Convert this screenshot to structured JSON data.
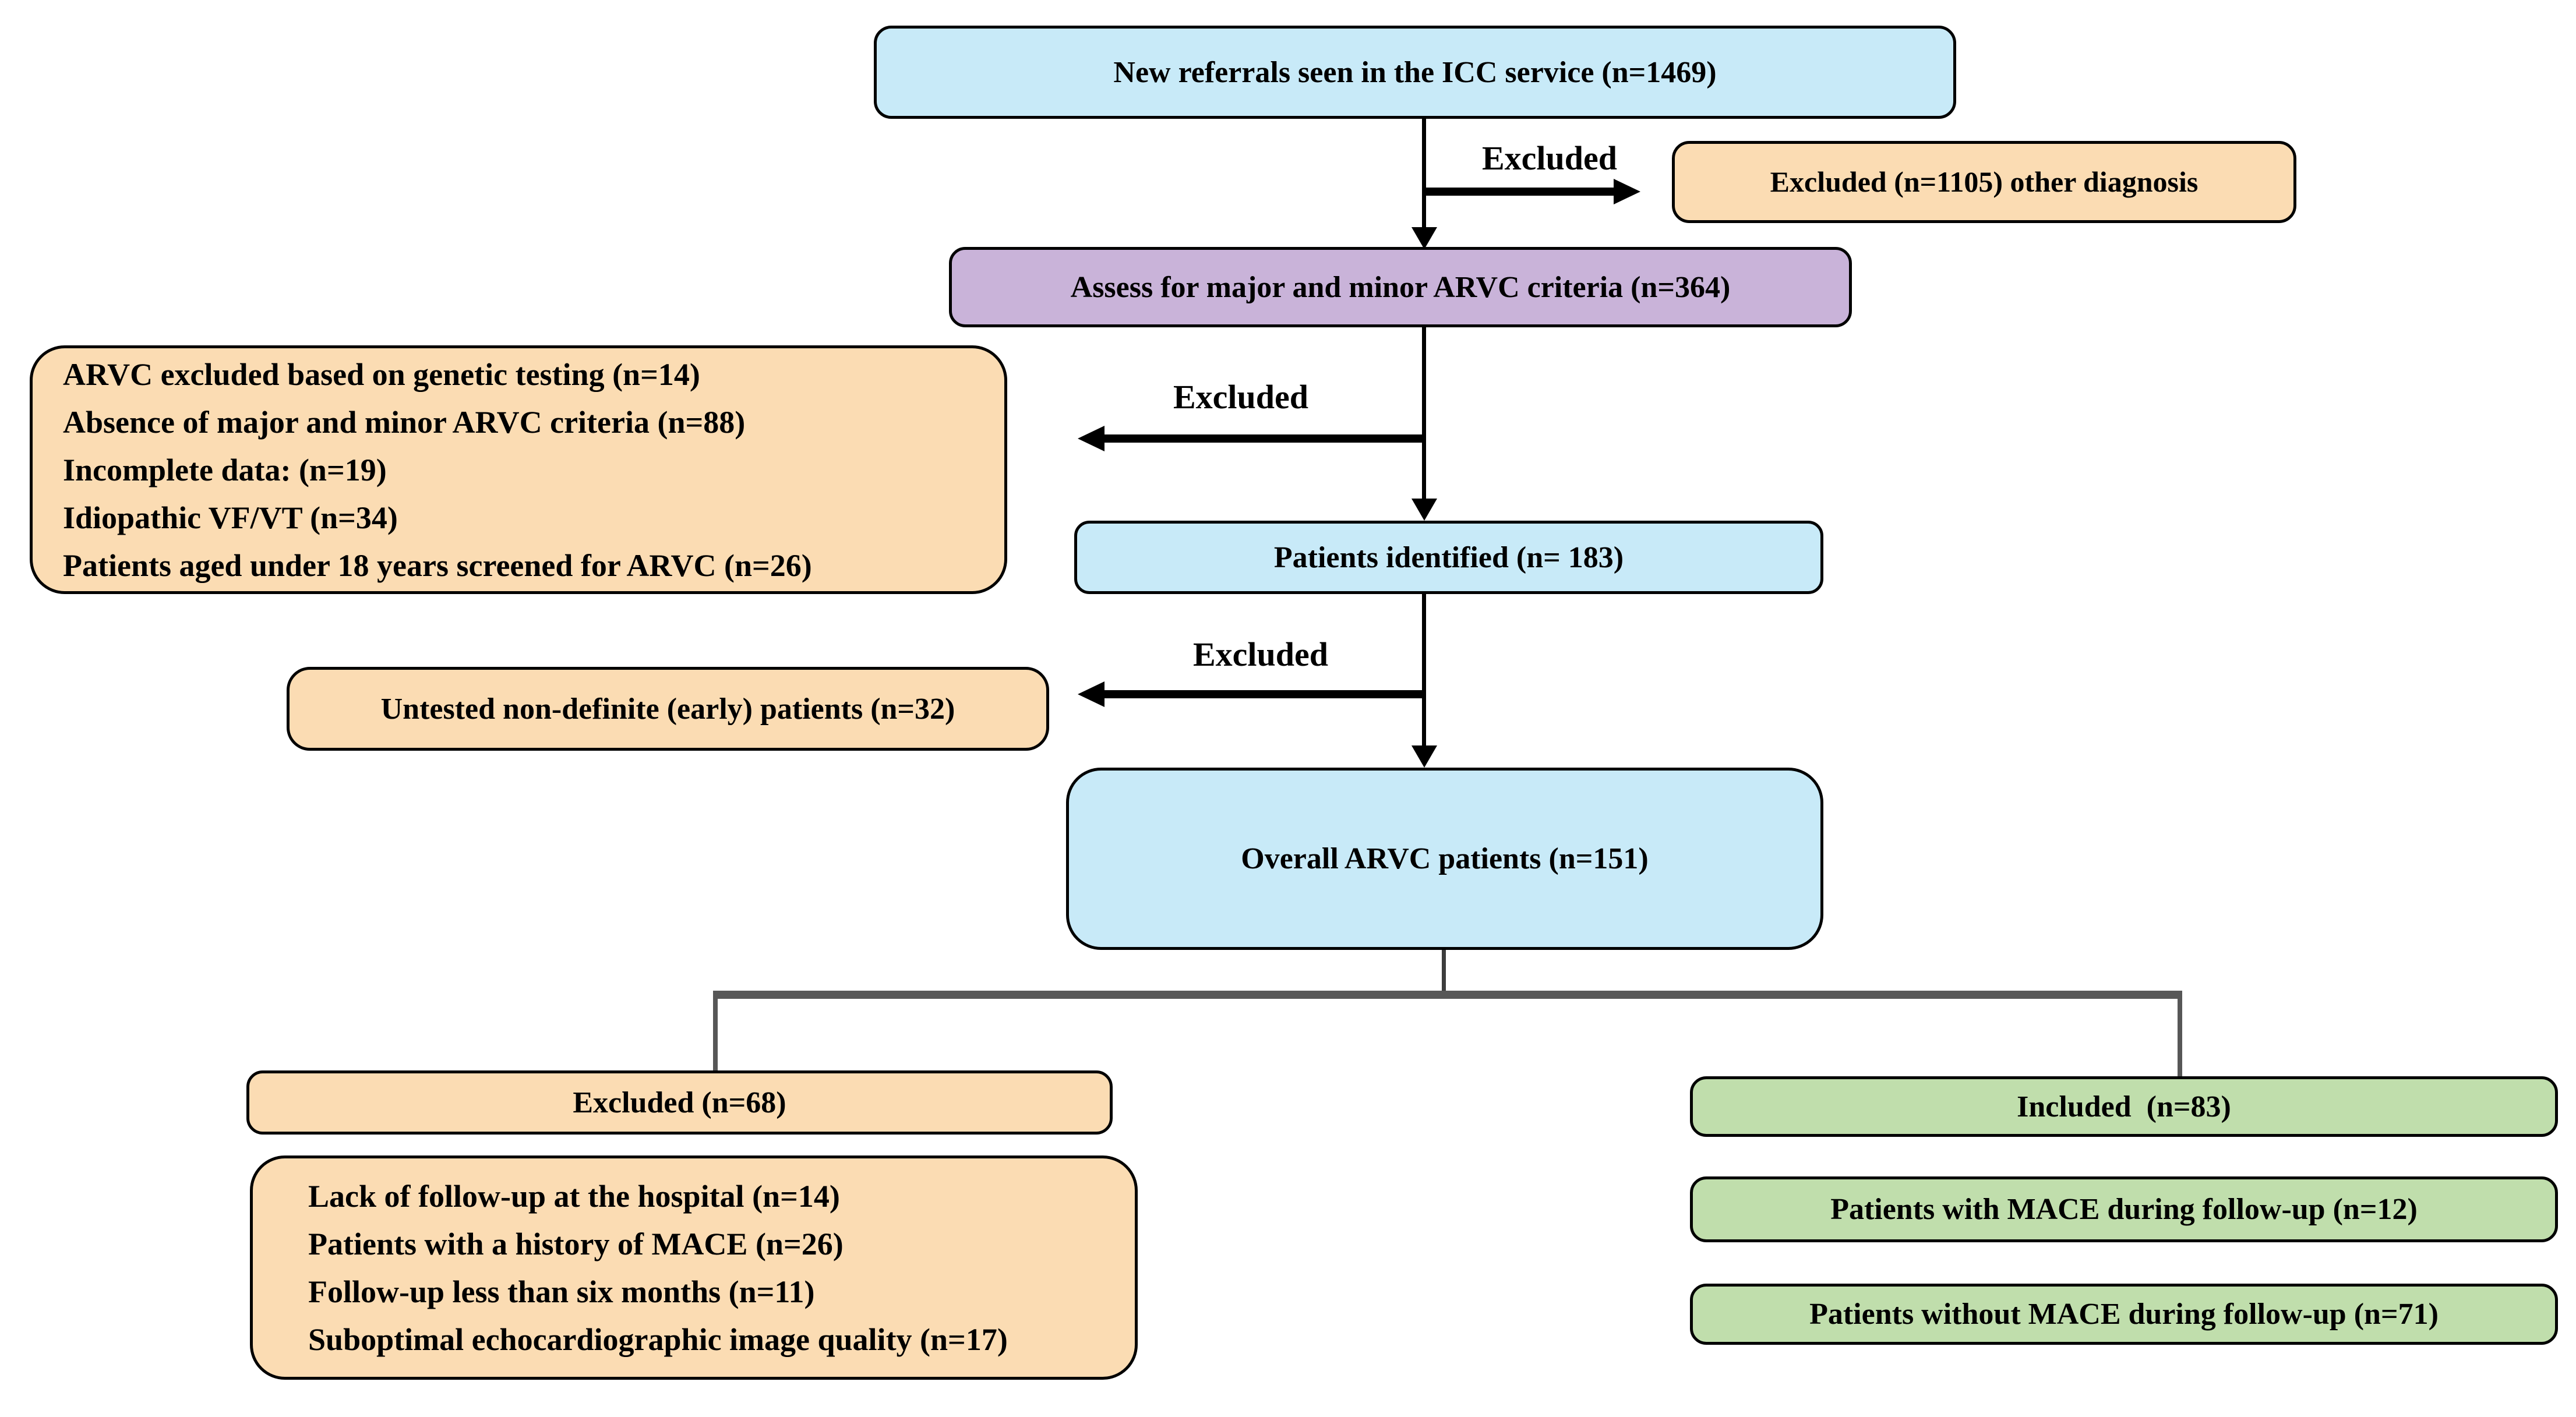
{
  "colors": {
    "blue": "#C8EAF8",
    "purple": "#C9B3D9",
    "orange": "#FBDCB3",
    "green": "#C0DEAC",
    "border": "#000000",
    "branch_gray": "#575757"
  },
  "labels": {
    "excluded_1": "Excluded",
    "excluded_2": "Excluded",
    "excluded_3": "Excluded"
  },
  "nodes": {
    "referrals": {
      "label": "New referrals seen in the ICC service (n=1469)"
    },
    "excluded_other": {
      "label": "Excluded (n=1105) other diagnosis"
    },
    "assess": {
      "label": "Assess for major and minor ARVC criteria (n=364)"
    },
    "criteria_exclusions": {
      "lines": [
        "ARVC excluded based on genetic testing (n=14)",
        "Absence of major and minor ARVC criteria (n=88)",
        "Incomplete data: (n=19)",
        "Idiopathic VF/VT (n=34)",
        "Patients aged under 18 years screened for ARVC (n=26)"
      ]
    },
    "identified": {
      "label": "Patients identified (n= 183)"
    },
    "untested": {
      "label": "Untested non-definite (early) patients (n=32)"
    },
    "overall": {
      "label": "Overall ARVC patients (n=151)"
    },
    "excluded_68": {
      "label": "Excluded (n=68)"
    },
    "included_83": {
      "label": "Included  (n=83)"
    },
    "followup_exclusions": {
      "lines": [
        "Lack of follow-up at the hospital (n=14)",
        "Patients with a history of MACE (n=26)",
        "Follow-up less than six months (n=11)",
        "Suboptimal echocardiographic image quality (n=17)"
      ]
    },
    "mace_with": {
      "label": "Patients with MACE during follow-up (n=12)"
    },
    "mace_without": {
      "label": "Patients without MACE during follow-up (n=71)"
    }
  }
}
